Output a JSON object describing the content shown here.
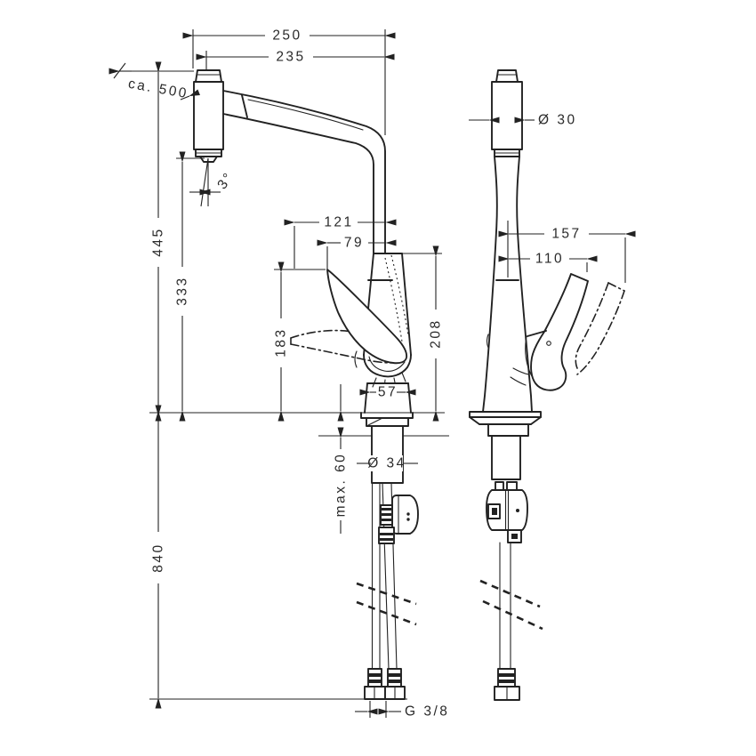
{
  "colors": {
    "ink": "#222222",
    "background": "#ffffff"
  },
  "dims": {
    "overall_reach": "250",
    "spout_reach": "235",
    "pullout_hose": "ca. 500",
    "spray_angle": "3°",
    "height_overall": "445",
    "height_outlet": "333",
    "handle_front_travel": "121",
    "handle_front": "79",
    "handle_height": "183",
    "outlet_height": "208",
    "base_width": "57",
    "shank_diameter": "Ø 34",
    "max_deck_thickness": "max. 60",
    "hose_below_deck": "840",
    "thread": "G 3/8",
    "spray_diameter": "Ø 30",
    "handle_side_travel": "157",
    "handle_side": "110"
  }
}
